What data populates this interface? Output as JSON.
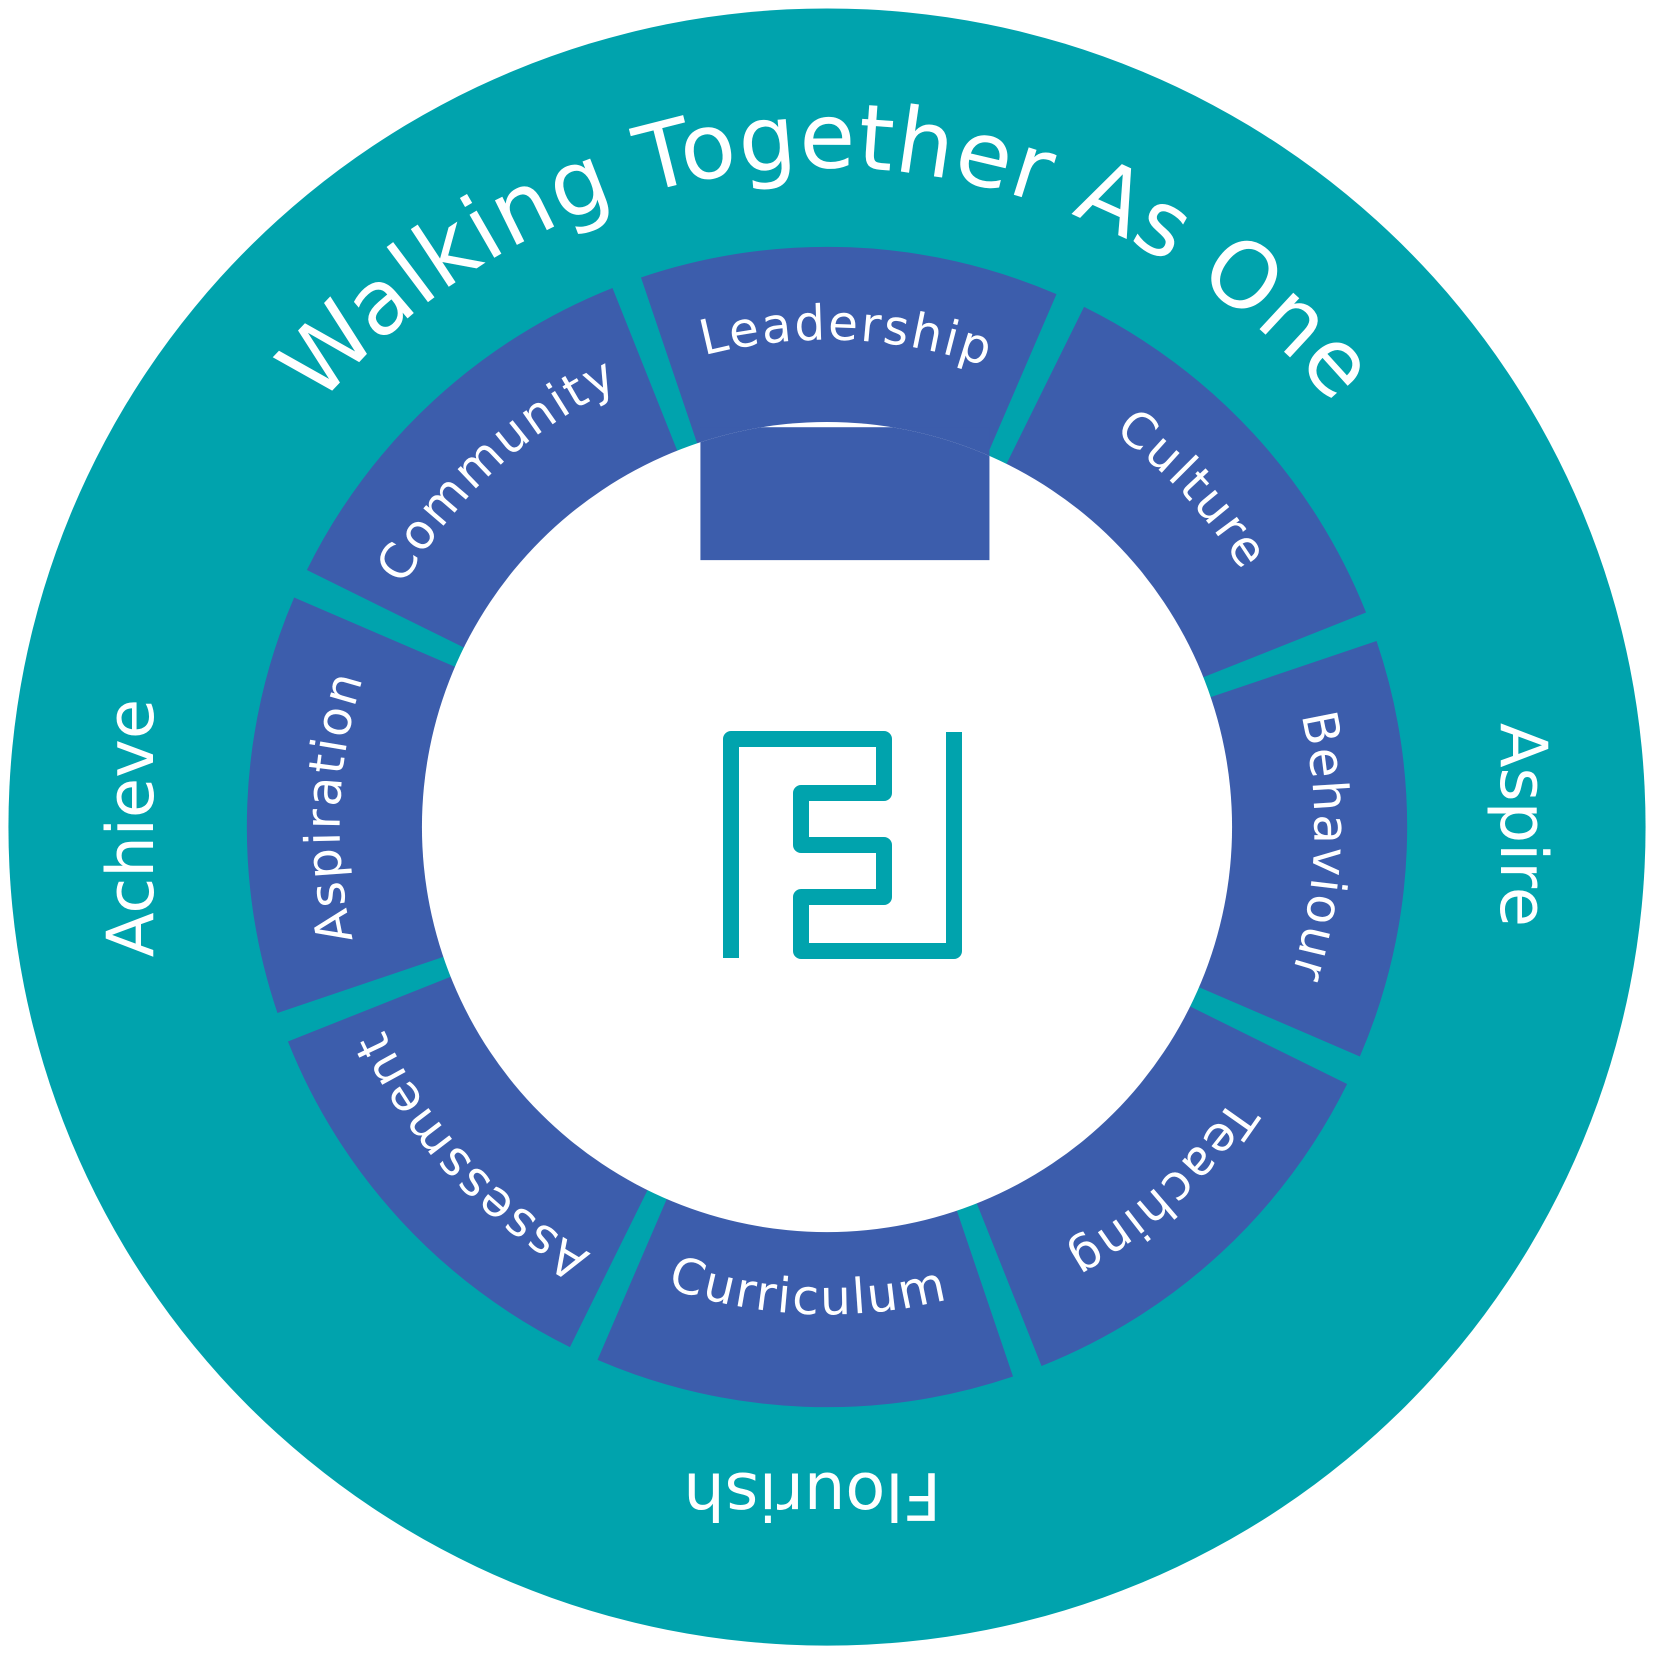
{
  "title": "Walking Together As One",
  "outer_words": {
    "left": "Achieve",
    "right": "Aspire",
    "bottom": "Flourish"
  },
  "segments": [
    {
      "label": "Leadership",
      "angle": -87.7
    },
    {
      "label": "Culture",
      "angle": -42.7
    },
    {
      "label": "Behaviour",
      "angle": 2.3
    },
    {
      "label": "Teaching",
      "angle": 47.3
    },
    {
      "label": "Curriculum",
      "angle": 92.3
    },
    {
      "label": "Assessment",
      "angle": 137.3
    },
    {
      "label": "Aspiration",
      "angle": 182.3
    },
    {
      "label": "Community",
      "angle": 227.3
    }
  ],
  "logo": {
    "name": "F-maze-logo-icon"
  },
  "colors": {
    "teal": "#00A3AD",
    "blue": "#3C5DAC",
    "white": "#FFFFFF"
  }
}
